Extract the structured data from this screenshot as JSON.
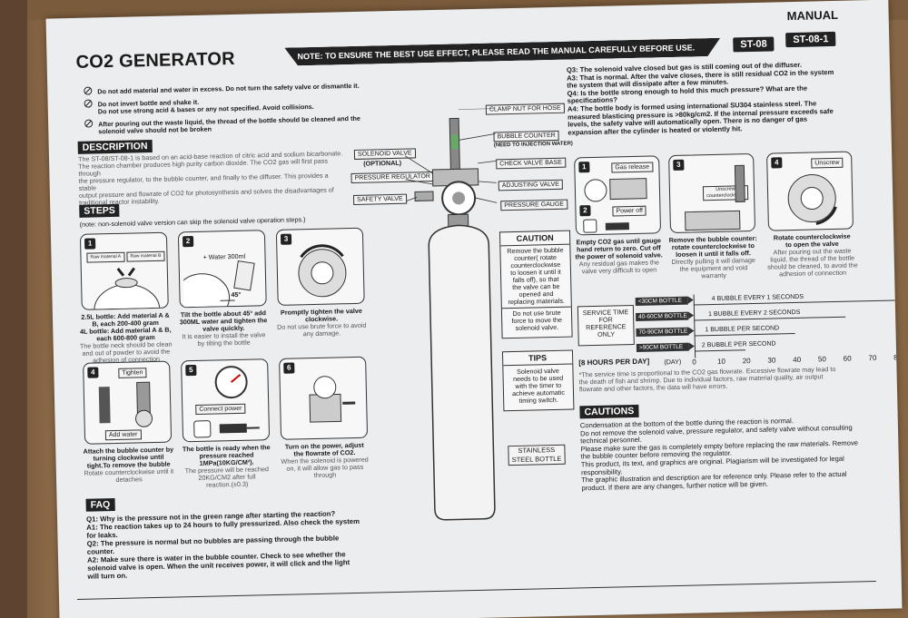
{
  "header": {
    "manual_label": "MANUAL",
    "title": "CO2 GENERATOR",
    "note": "NOTE: TO ENSURE THE BEST USE EFFECT, PLEASE READ THE MANUAL CAREFULLY BEFORE USE.",
    "model_1": "ST-08",
    "model_2": "ST-08-1"
  },
  "warnings": [
    "Do not add material and water in excess. Do not turn the safety valve or dismantle it.",
    "Do not invert bottle and shake it.",
    "Do not use strong acid & bases or any not specified. Avoid collisions.",
    "After pouring out the waste liquid, the thread of the bottle should be cleaned and the",
    "solenoid valve should not be broken"
  ],
  "description": {
    "heading": "DESCRIPTION",
    "lines": [
      "The ST-08/ST-08-1 is based on an acid-base reaction of citric acid and sodium bicarbonate.",
      "The reaction chamber produces high purity carbon dioxide. The CO2 gas will first pass",
      "through",
      "the pressure regulator, to the bubble counter, and finally to the diffuser. This provides a",
      "stable",
      "output pressure and flowrate of CO2 for photosynthesis and solves the disadvantages of",
      "traditional reactor instability."
    ]
  },
  "steps": {
    "heading": "STEPS",
    "note": "(note: non-solenoid valve version can skip the solenoid valve operation steps.)",
    "items": [
      {
        "num": "1",
        "tags": [
          "Raw material A",
          "Raw material B"
        ],
        "caption": [
          "2.5L bottle: Add material A &",
          "B, each 200-400 gram",
          "4L bottle: Add material A & B,",
          "each 600-800 gram"
        ],
        "sub": [
          "The bottle neck should be clean",
          "and out of powder to avoid the",
          "adhesion of connection"
        ]
      },
      {
        "num": "2",
        "tags": [
          "+ Water 300ml",
          "45°"
        ],
        "caption": [
          "Tilt the bottle about 45° add",
          "300ML water and tighten the",
          "valve quickly."
        ],
        "sub": [
          "It is easier to install the valve",
          "by tilting the bottle"
        ]
      },
      {
        "num": "3",
        "tags": [],
        "caption": [
          "Promptly tighten the valve",
          "clockwise."
        ],
        "sub": [
          "Do not use brute force to avoid",
          "any damage."
        ]
      },
      {
        "num": "4",
        "tags": [
          "Tighten",
          "Add water"
        ],
        "caption": [
          "Attach the bubble counter by",
          "turning clockwise until",
          "tight.To remove the bubble"
        ],
        "sub": [
          "Rotate counterclockwise until it",
          "detaches"
        ]
      },
      {
        "num": "5",
        "tags": [
          "Connect power"
        ],
        "caption": [
          "The bottle is ready when the",
          "pressure reached",
          "1MPa(10KG/CM²)."
        ],
        "sub": [
          "The pressure will be reached",
          "20KG/CM2 after full",
          "reaction.(±0.3)"
        ]
      },
      {
        "num": "6",
        "tags": [],
        "caption": [
          "Turn on the power, adjust",
          "the flowrate of CO2."
        ],
        "sub": [
          "When the solenoid is powered",
          "on, it will allow gas to pass",
          "through"
        ]
      }
    ]
  },
  "faq": {
    "heading": "FAQ",
    "lines": [
      "Q1: Why is the pressure not in the green range after starting the reaction?",
      "A1: The reaction takes up to 24 hours to fully pressurized. Also check the system",
      "for leaks.",
      "Q2: The pressure is normal but no bubbles are passing through the bubble",
      "counter.",
      "A2: Make sure there is water in the bubble counter. Check to see whether the",
      "solenoid valve is open. When the unit receives power, it will click and the light",
      "will turn on."
    ]
  },
  "diagram": {
    "labels_left": [
      "SOLENOID VALVE",
      "(OPTIONAL)",
      "PRESSURE REGULATOR",
      "SAFETY VALVE"
    ],
    "labels_right": [
      "CLAMP NUT FOR HOSE",
      "BUBBLE COUNTER",
      "(NEED TO INJECTION WATER)",
      "CHECK VALVE BASE",
      "ADJUSTING VALVE",
      "PRESSURE GAUGE"
    ],
    "bottle_label": [
      "STAINLESS",
      "STEEL BOTTLE"
    ]
  },
  "caution": {
    "heading": "CAUTION",
    "text": [
      "Remove the bubble",
      "counter( rotate",
      "counterclockwise",
      "to loosen it until it",
      "falls off), so that",
      "the valve can be",
      "opened and",
      "replacing materials."
    ],
    "text2": [
      "Do not use brute",
      "force to move the",
      "solenoid valve."
    ]
  },
  "tips": {
    "heading": "TIPS",
    "text": [
      "Solenoid valve",
      "needs to be used",
      "with the timer to",
      "achieve automatic",
      "timing switch."
    ]
  },
  "faq_right": [
    "Q3: The solenoid valve closed but gas is still coming out of the diffuser.",
    "A3: That is normal. After the valve closes, there is still residual CO2 in the system",
    "the system that will dissipate after a few minutes.",
    "Q4: Is the bottle strong enough to hold this much pressure? What are the",
    "specifications?",
    "A4: The bottle body is formed using international SU304 stainless steel. The",
    "measured blasticing pressure is >80kg/cm2. If the internal pressure exceeds safe",
    "levels, the safety valve will automatically open. There is no danger of gas",
    "expansion after the cylinder is heated or violently hit."
  ],
  "right_panels": [
    {
      "num": "1",
      "tags": [
        "Gas release"
      ],
      "caption": [
        "Empty CO2 gas until gauge",
        "hand return to zero. Cut off",
        "the power of solenoid valve."
      ],
      "sub": [
        "Any residual gas makes the",
        "valve very difficult to open"
      ]
    },
    {
      "num": "2",
      "tags": [
        "Power off"
      ],
      "caption": [],
      "sub": []
    },
    {
      "num": "3",
      "tags": [
        "Unscrew",
        "counterclockwise"
      ],
      "caption": [
        "Remove the bubble counter:",
        "rotate counterclockwise to",
        "loosen it until it falls off."
      ],
      "sub": [
        "Directly pulling it will damage",
        "the equipment and void",
        "warranty"
      ]
    },
    {
      "num": "4",
      "tags": [
        "Unscrew"
      ],
      "caption": [
        "Rotate counterclockwise",
        "to open the valve"
      ],
      "sub": [
        "After pouring out the waste",
        "liquid, the thread of the bottle",
        "should be cleaned, to avoid the",
        "adhesion of connection"
      ]
    }
  ],
  "service": {
    "box": [
      "SERVICE TIME",
      "FOR",
      "REFERENCE",
      "ONLY"
    ],
    "hours_label": "[8 HOURS PER DAY]",
    "day_label": "(DAY)",
    "rows": [
      {
        "tank": "<30CM BOTTLE",
        "rate": "4 BUBBLE EVERY 1 SECONDS",
        "days": 80
      },
      {
        "tank": "40-60CM BOTTLE",
        "rate": "1 BUBBLE EVERY 2 SECONDS",
        "days": 60
      },
      {
        "tank": "70-90CM BOTTLE",
        "rate": "1 BUBBLE PER SECOND",
        "days": 40
      },
      {
        "tank": ">90CM BOTTLE",
        "rate": "2 BUBBLE PER SECOND",
        "days": 20
      }
    ],
    "ticks": [
      "0",
      "10",
      "20",
      "30",
      "40",
      "50",
      "60",
      "70",
      "80"
    ],
    "footnote": [
      "*The service time is proportional to the CO2 gas flowrate. Excessive flowrate may lead to",
      "the death of fish and shrimp. Due to individual factors, raw material quality, air output",
      "flowrate and other factors, the data will have errors."
    ]
  },
  "cautions": {
    "heading": "CAUTIONS",
    "lines": [
      "Condensation at the bottom of the bottle during the reaction is normal.",
      "Do not remove the solenoid valve, pressure regulator, and safety valve without consulting",
      "technical personnel.",
      "Please make sure the gas is completely empty before replacing the raw materials. Remove",
      "the bubble counter before removing the regulator.",
      "This product, its text, and graphics are original. Plagiarism will be investigated for legal",
      "responsibility.",
      "The graphic illustration and description are for reference only. Please refer to the actual",
      "product. If there are any changes, further notice will be given."
    ]
  }
}
